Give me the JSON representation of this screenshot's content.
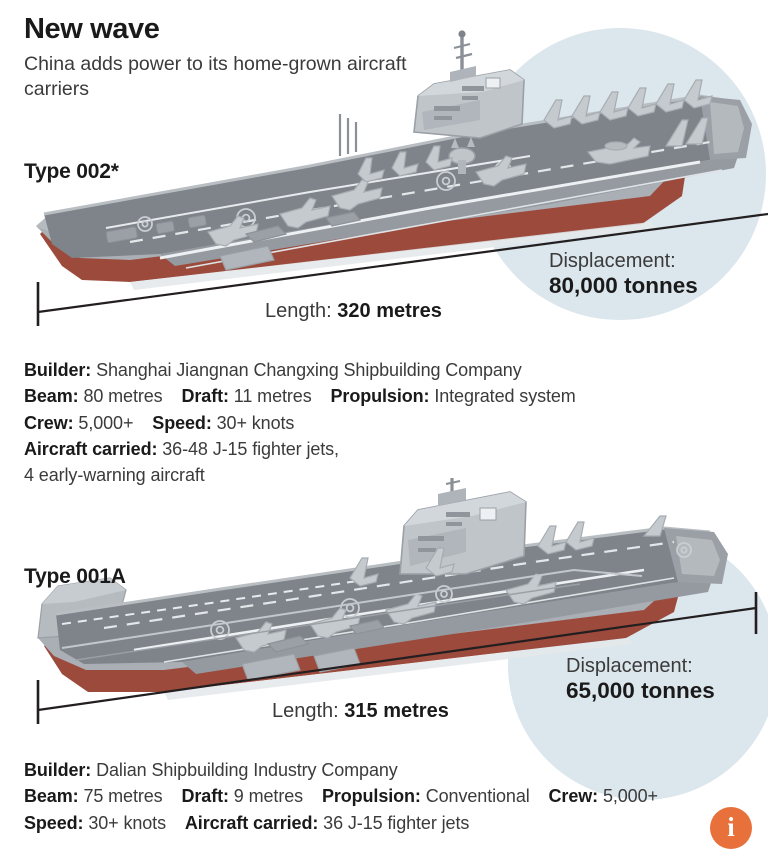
{
  "header": {
    "title": "New wave",
    "subtitle": "China adds power to its home-grown aircraft carriers"
  },
  "carriers": [
    {
      "name": "Type 002*",
      "length_label": "Length:",
      "length_value": "320 metres",
      "displacement_label": "Displacement:",
      "displacement_value": "80,000 tonnes",
      "specs": {
        "builder_label": "Builder:",
        "builder_value": "Shanghai Jiangnan Changxing Shipbuilding Company",
        "beam_label": "Beam:",
        "beam_value": "80 metres",
        "draft_label": "Draft:",
        "draft_value": "11 metres",
        "propulsion_label": "Propulsion:",
        "propulsion_value": "Integrated system",
        "crew_label": "Crew:",
        "crew_value": "5,000+",
        "speed_label": "Speed:",
        "speed_value": "30+ knots",
        "aircraft_label": "Aircraft carried:",
        "aircraft_value": "36-48 J-15 fighter jets,",
        "aircraft_value_2": "4 early-warning aircraft"
      }
    },
    {
      "name": "Type 001A",
      "length_label": "Length:",
      "length_value": "315 metres",
      "displacement_label": "Displacement:",
      "displacement_value": "65,000 tonnes",
      "specs": {
        "builder_label": "Builder:",
        "builder_value": "Dalian Shipbuilding Industry Company",
        "beam_label": "Beam:",
        "beam_value": "75 metres",
        "draft_label": "Draft:",
        "draft_value": "9 metres",
        "propulsion_label": "Propulsion:",
        "propulsion_value": "Conventional",
        "crew_label": "Crew:",
        "crew_value": "5,000+",
        "speed_label": "Speed:",
        "speed_value": "30+ knots",
        "aircraft_label": "Aircraft carried:",
        "aircraft_value": "36 J-15 fighter jets"
      }
    }
  ],
  "info_badge": {
    "glyph": "i"
  },
  "colors": {
    "hull_red": "#9c4a3c",
    "deck_gray": "#7e848a",
    "hull_gray": "#a9afb5",
    "light_gray": "#c7ccd1",
    "blob_blue": "#dce6ed",
    "accent_orange": "#e8703a",
    "text_dark": "#1a1a1a",
    "text_body": "#3b3b3b"
  }
}
